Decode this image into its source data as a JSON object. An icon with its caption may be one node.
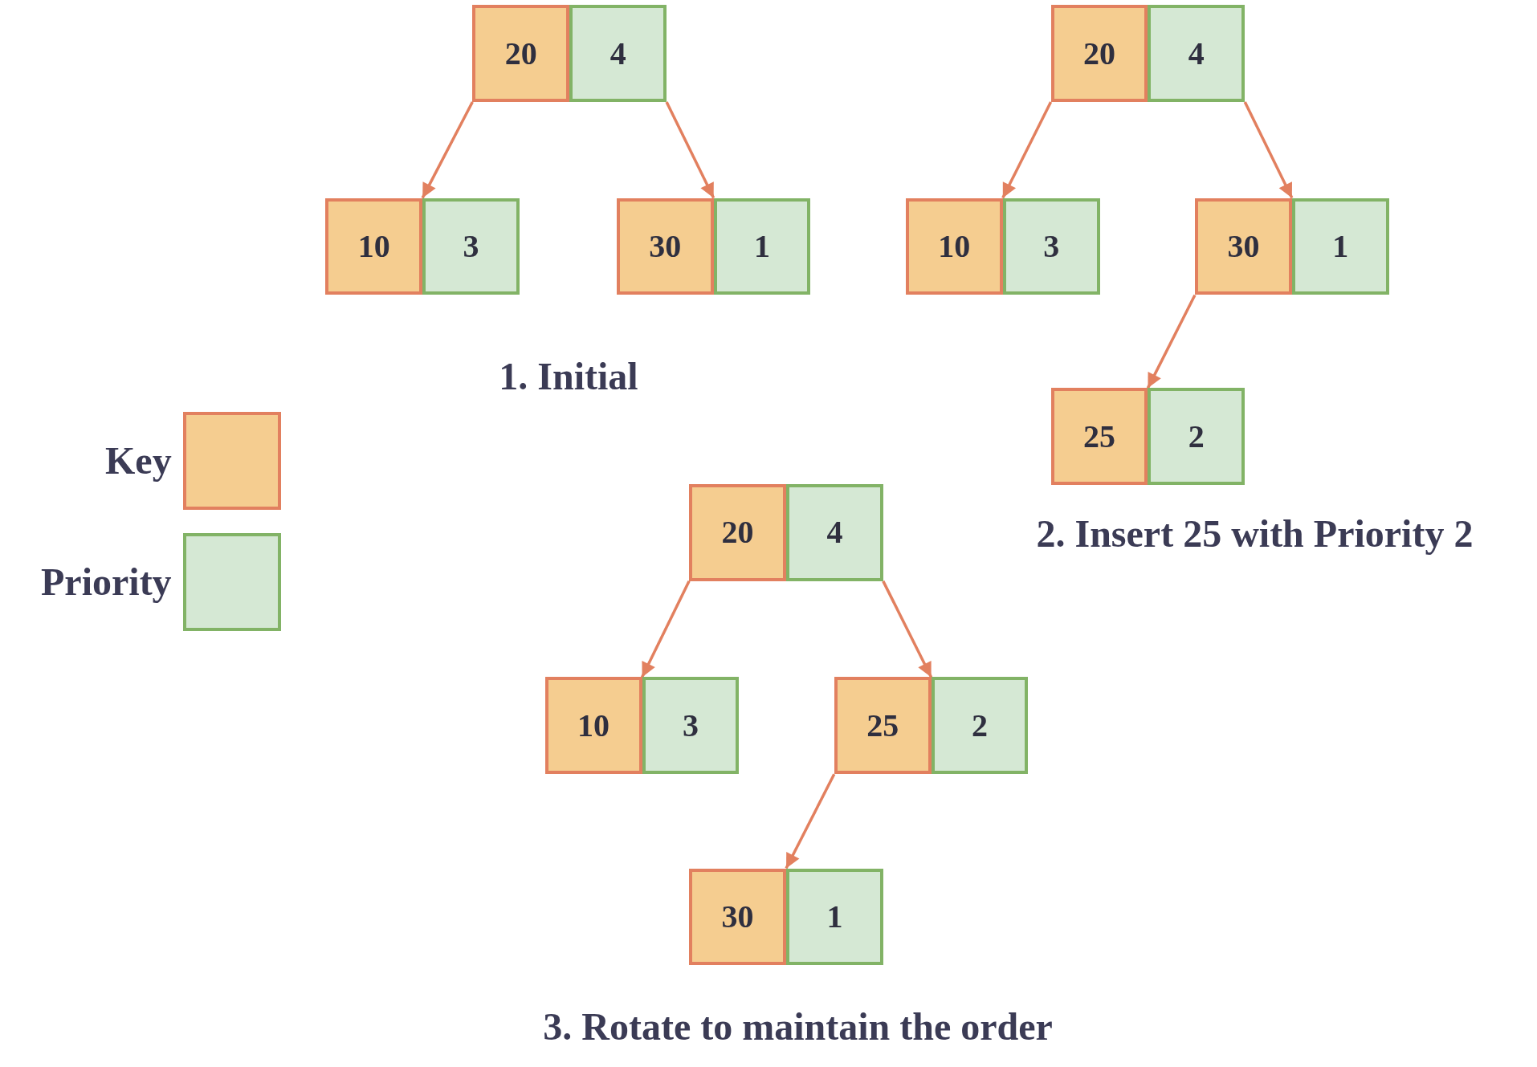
{
  "diagram": {
    "nodes": [
      {
        "text": [
          "20",
          "4"
        ]
      },
      {
        "text": [
          "10",
          "3"
        ]
      },
      {
        "text": [
          "30",
          "1"
        ]
      },
      {
        "text": [
          "20",
          "4"
        ]
      },
      {
        "text": [
          "10",
          "3"
        ]
      },
      {
        "text": [
          "30",
          "1"
        ]
      },
      {
        "text": [
          "25",
          "2"
        ]
      },
      {
        "text": [
          "20",
          "4"
        ]
      },
      {
        "text": [
          "10",
          "3"
        ]
      },
      {
        "text": [
          "25",
          "2"
        ]
      },
      {
        "text": [
          "30",
          "1"
        ]
      }
    ],
    "edges": [
      {
        "from": 0,
        "to": 1,
        "arrow": "to"
      },
      {
        "from": 0,
        "to": 2,
        "arrow": "to"
      },
      {
        "from": 3,
        "to": 4,
        "arrow": "to"
      },
      {
        "from": 3,
        "to": 5,
        "arrow": "to"
      },
      {
        "from": 5,
        "to": 6,
        "arrow": "to"
      },
      {
        "from": 7,
        "to": 8,
        "arrow": "to"
      },
      {
        "from": 7,
        "to": 9,
        "arrow": "to"
      },
      {
        "from": 9,
        "to": 10,
        "arrow": "to"
      }
    ],
    "labels": [
      "1. Initial",
      "2. Insert 25 with Priority 2",
      "3. Rotate to maintain the order"
    ],
    "legend": [
      {
        "text": "Key",
        "color": "#f5cd90"
      },
      {
        "text": "Priority",
        "color": "#d5e8d4"
      }
    ]
  }
}
